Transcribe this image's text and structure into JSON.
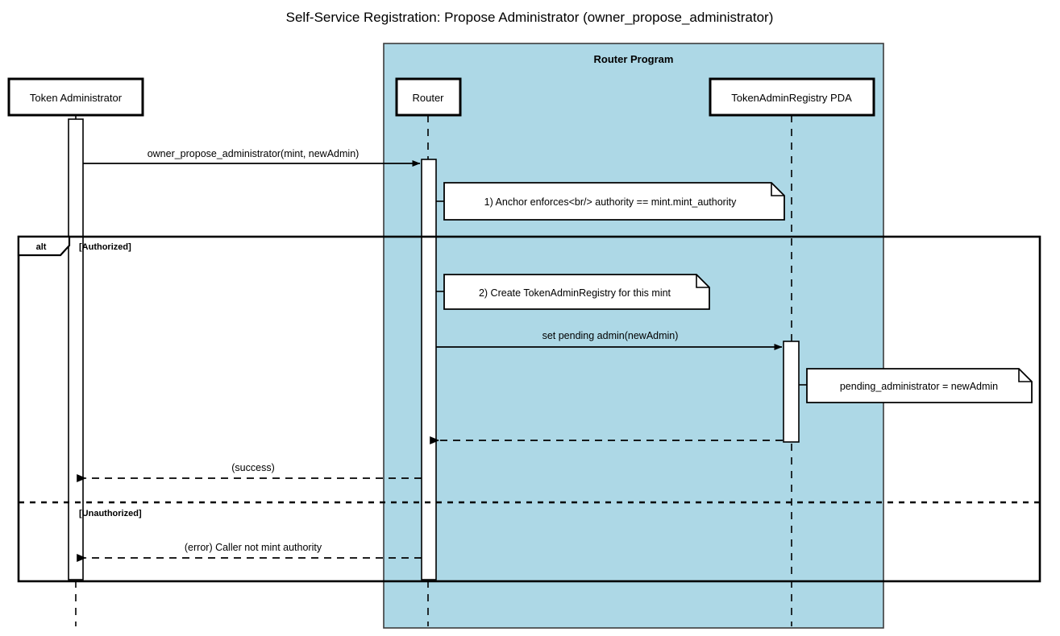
{
  "diagram": {
    "title": "Self-Service Registration: Propose Administrator (owner_propose_administrator)",
    "type": "sequence-diagram",
    "colors": {
      "group_fill": "#ADD8E6",
      "participant_fill": "#FFFFFF",
      "note_fill": "#FFFFFF",
      "line": "#000000"
    }
  },
  "group": {
    "label": "Router Program",
    "fill": "#ADD8E6"
  },
  "participants": [
    {
      "id": "token-administrator",
      "label": "Token Administrator",
      "inside_group": false
    },
    {
      "id": "router",
      "label": "Router",
      "inside_group": true
    },
    {
      "id": "token-admin-registry-pda",
      "label": "TokenAdminRegistry PDA",
      "inside_group": true
    }
  ],
  "fragment": {
    "operator": "alt",
    "branches": [
      {
        "guard": "[Authorized]"
      },
      {
        "guard": "[Unauthorized]"
      }
    ]
  },
  "messages": [
    {
      "id": "msg-owner-propose-administrator",
      "label": "owner_propose_administrator(mint, newAdmin)",
      "from": "token-administrator",
      "to": "router",
      "style": "solid",
      "direction": "right"
    },
    {
      "id": "msg-set-pending-admin",
      "label": "set pending admin(newAdmin)",
      "from": "router",
      "to": "token-admin-registry-pda",
      "style": "solid",
      "direction": "right"
    },
    {
      "id": "msg-pda-return",
      "label": "",
      "from": "token-admin-registry-pda",
      "to": "router",
      "style": "dashed",
      "direction": "left"
    },
    {
      "id": "msg-success",
      "label": "(success)",
      "from": "router",
      "to": "token-administrator",
      "style": "dashed",
      "direction": "left"
    },
    {
      "id": "msg-error",
      "label": "(error) Caller not mint authority",
      "from": "router",
      "to": "token-administrator",
      "style": "dashed",
      "direction": "left"
    }
  ],
  "notes": [
    {
      "id": "note-anchor-enforces",
      "text": "1) Anchor enforces<br/> authority == mint.mint_authority",
      "attached_to": "router"
    },
    {
      "id": "note-create-registry",
      "text": "2) Create TokenAdminRegistry for this mint",
      "attached_to": "router"
    },
    {
      "id": "note-pending-administrator",
      "text": "pending_administrator = newAdmin",
      "attached_to": "token-admin-registry-pda"
    }
  ]
}
